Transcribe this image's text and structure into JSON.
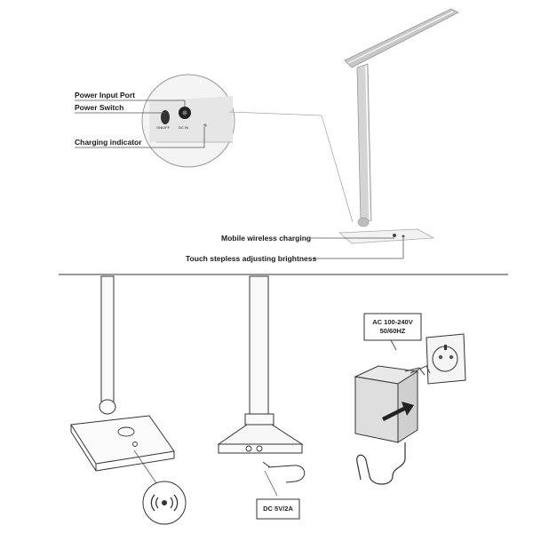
{
  "labels": {
    "power_input_port": "Power Input Port",
    "power_switch": "Power Switch",
    "charging_indicator": "Charging indicator",
    "mobile_wireless_charging": "Mobile wireless charging",
    "touch_stepless": "Touch stepless adjusting brightness"
  },
  "closeup": {
    "switch_text": "ON/OFF",
    "dc_text": "DC IN"
  },
  "adapter": {
    "voltage": "AC 100-240V",
    "frequency": "50/60HZ"
  },
  "dc_label": "DC 5V/2A",
  "colors": {
    "lamp_body": "#c8c8c8",
    "leader_line": "#555555"
  }
}
